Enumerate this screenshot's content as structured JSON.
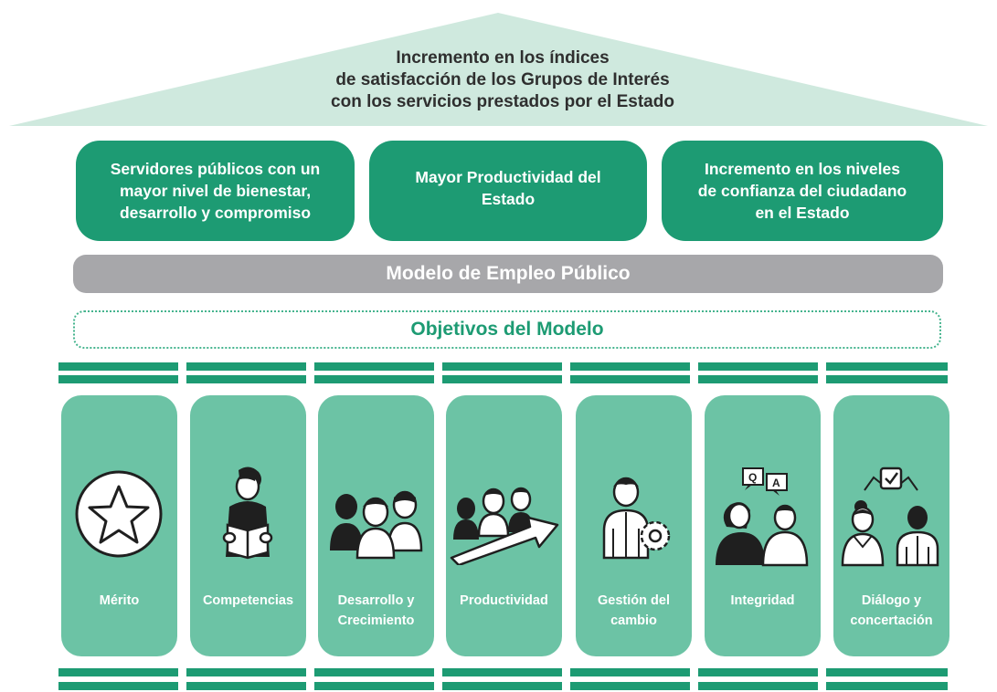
{
  "roof": {
    "lines": [
      "Incremento en los índices",
      "de satisfacción de los Grupos de Interés",
      "con los servicios prestados por el Estado"
    ],
    "color": "#cfe9de"
  },
  "outcomes": [
    {
      "lines": [
        "Servidores públicos con un",
        "mayor nivel de bienestar,",
        "desarrollo y compromiso"
      ]
    },
    {
      "lines": [
        "Mayor Productividad del",
        "Estado"
      ]
    },
    {
      "lines": [
        "Incremento en los niveles",
        "de confianza del ciudadano",
        "en el Estado"
      ]
    }
  ],
  "modelo_label": "Modelo de Empleo Público",
  "objetivos_label": "Objetivos del Modelo",
  "pillars": [
    {
      "id": "merito",
      "icon": "star-icon",
      "lines": [
        "Mérito"
      ]
    },
    {
      "id": "competencias",
      "icon": "person-reading-icon",
      "lines": [
        "Competencias"
      ]
    },
    {
      "id": "desarrollo",
      "icon": "group-people-icon",
      "lines": [
        "Desarrollo y",
        "Crecimiento"
      ]
    },
    {
      "id": "productividad",
      "icon": "team-arrow-icon",
      "lines": [
        "Productividad"
      ]
    },
    {
      "id": "gestion",
      "icon": "person-gear-icon",
      "lines": [
        "Gestión del",
        "cambio"
      ]
    },
    {
      "id": "integridad",
      "icon": "qa-people-icon",
      "lines": [
        "Integridad"
      ]
    },
    {
      "id": "dialogo",
      "icon": "agreement-check-icon",
      "lines": [
        "Diálogo y",
        "concertación"
      ]
    }
  ],
  "colors": {
    "dark_green": "#1d9b73",
    "pillar_green": "#6cc3a5",
    "gray": "#a7a7aa",
    "roof": "#cfe9de"
  },
  "q_label": "Q",
  "a_label": "A"
}
